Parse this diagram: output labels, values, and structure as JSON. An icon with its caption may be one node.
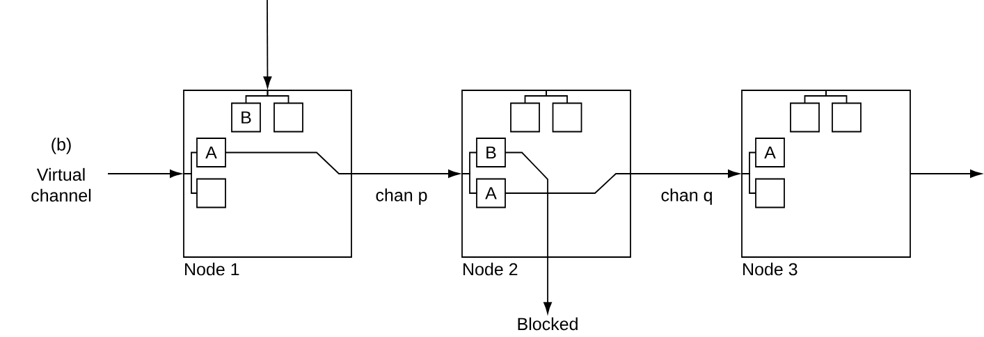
{
  "diagram": {
    "nodes": [
      {
        "text": [
          "Virtual channel"
        ]
      },
      {
        "text": [
          "Node 1"
        ]
      },
      {
        "text": [
          "B"
        ],
        "in": 1
      },
      {
        "text": [],
        "shape": "box",
        "in": 1
      },
      {
        "text": [
          "A"
        ],
        "in": 1
      },
      {
        "text": [],
        "shape": "box",
        "in": 1
      },
      {
        "text": [
          "Node 2"
        ]
      },
      {
        "text": [],
        "shape": "box",
        "in": 6
      },
      {
        "text": [],
        "shape": "box",
        "in": 6
      },
      {
        "text": [
          "B"
        ],
        "in": 6
      },
      {
        "text": [
          "A"
        ],
        "in": 6
      },
      {
        "text": [
          "Node 3"
        ]
      },
      {
        "text": [],
        "shape": "box",
        "in": 11
      },
      {
        "text": [],
        "shape": "box",
        "in": 11
      },
      {
        "text": [
          "A"
        ],
        "in": 11
      },
      {
        "text": [],
        "shape": "box",
        "in": 11
      },
      {
        "text": [
          "Blocked"
        ]
      }
    ],
    "edges": [
      {
        "from": null,
        "to": 1,
        "arrow": "to"
      },
      {
        "from": 0,
        "to": 1,
        "arrow": "to"
      },
      {
        "from": 1,
        "to": 2,
        "arrow": "none"
      },
      {
        "from": 1,
        "to": 3,
        "arrow": "none"
      },
      {
        "from": 1,
        "to": 4,
        "arrow": "none"
      },
      {
        "from": 1,
        "to": 5,
        "arrow": "none"
      },
      {
        "from": 4,
        "to": 6,
        "arrow": "to",
        "label": "chan p"
      },
      {
        "from": 6,
        "to": 7,
        "arrow": "none"
      },
      {
        "from": 6,
        "to": 8,
        "arrow": "none"
      },
      {
        "from": 6,
        "to": 9,
        "arrow": "none"
      },
      {
        "from": 6,
        "to": 10,
        "arrow": "none"
      },
      {
        "from": 9,
        "to": 16,
        "arrow": "to"
      },
      {
        "from": 10,
        "to": 11,
        "arrow": "to",
        "label": "chan q"
      },
      {
        "from": 11,
        "to": 12,
        "arrow": "none"
      },
      {
        "from": 11,
        "to": 13,
        "arrow": "none"
      },
      {
        "from": 11,
        "to": 14,
        "arrow": "none"
      },
      {
        "from": 11,
        "to": 15,
        "arrow": "none"
      },
      {
        "from": 11,
        "to": null,
        "arrow": "to"
      }
    ],
    "labels": [
      "(b)"
    ]
  }
}
